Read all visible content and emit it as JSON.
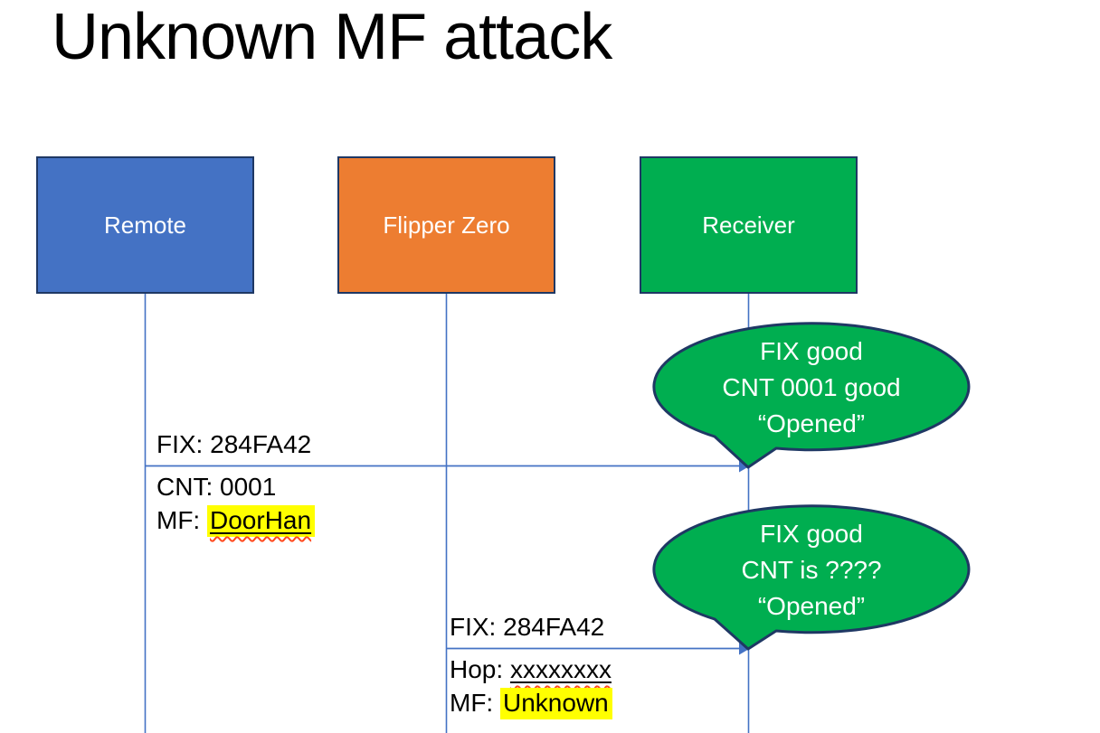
{
  "title": "Unknown MF attack",
  "actors": [
    {
      "label": "Remote"
    },
    {
      "label": "Flipper Zero"
    },
    {
      "label": "Receiver"
    }
  ],
  "messages": [
    {
      "above": "FIX: 284FA42",
      "below": [
        {
          "prefix": "CNT: ",
          "value": "0001"
        },
        {
          "prefix": "MF: ",
          "value": "DoorHan"
        }
      ]
    },
    {
      "above": "FIX: 284FA42",
      "below": [
        {
          "prefix": "Hop: ",
          "value": "xxxxxxxx"
        },
        {
          "prefix": "MF: ",
          "value": "Unknown"
        }
      ]
    }
  ],
  "callouts": [
    {
      "lines": [
        "FIX good",
        "CNT 0001 good",
        "“Opened”"
      ]
    },
    {
      "lines": [
        "FIX good",
        "CNT is ????",
        "“Opened”"
      ]
    }
  ],
  "colors": {
    "actor_blue": "#4472C4",
    "actor_orange": "#ED7D31",
    "actor_green": "#00AE50",
    "border_navy": "#1F3864",
    "line_blue": "#4472C4",
    "highlight_yellow": "#FFFF00",
    "squiggle_red": "#FF4A1F"
  }
}
